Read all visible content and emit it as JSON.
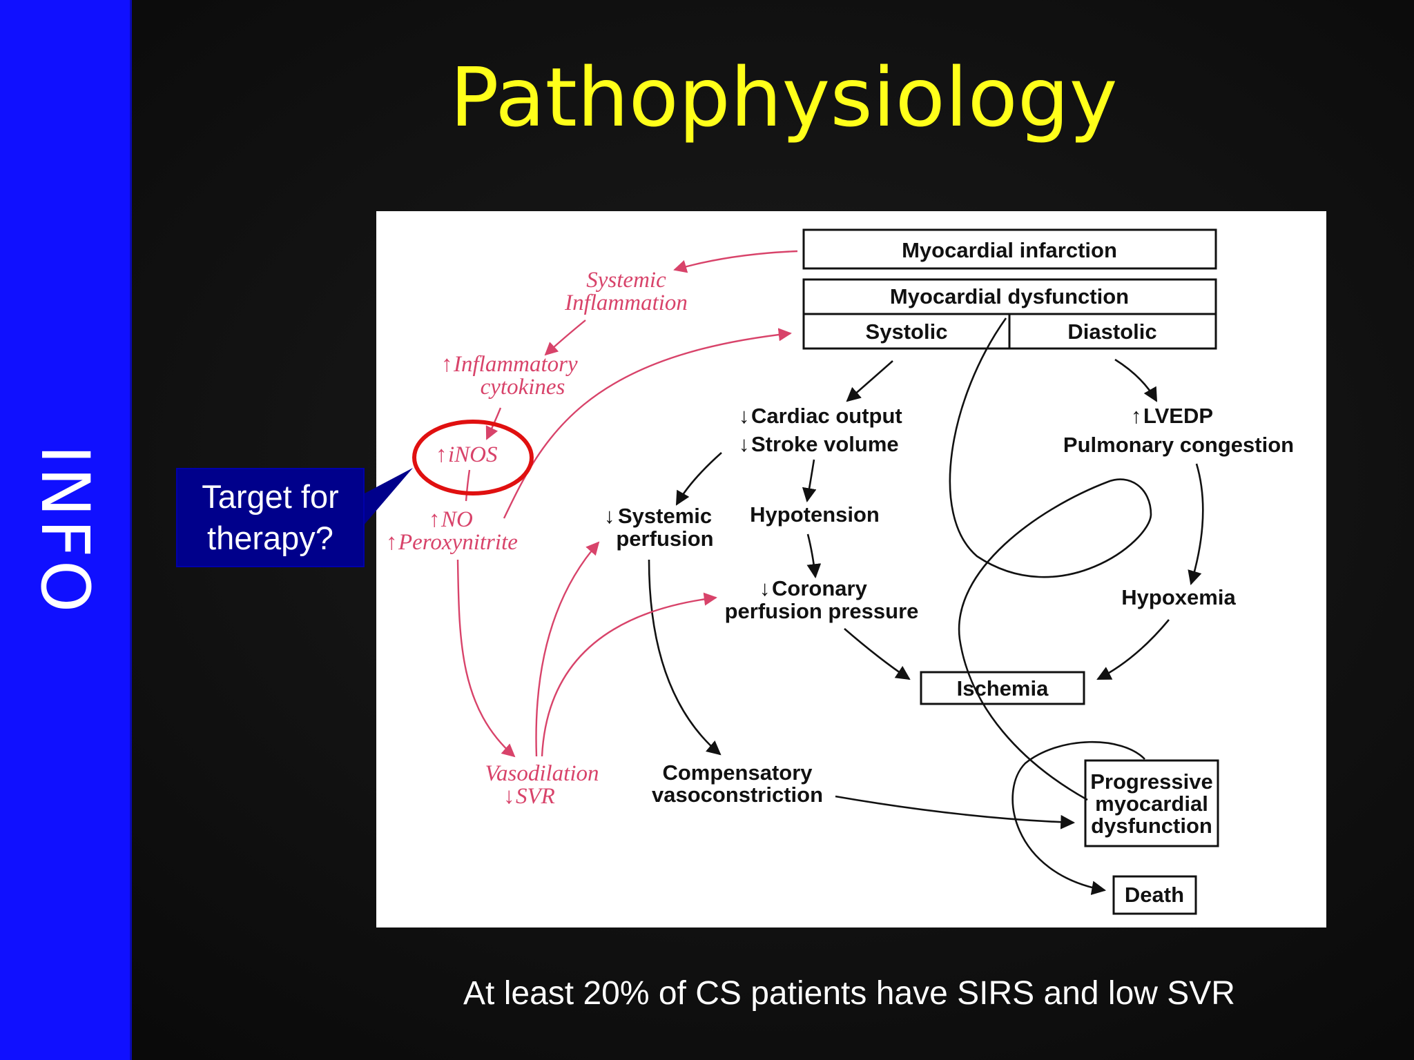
{
  "sidebar": {
    "label": "INFO"
  },
  "title": "Pathophysiology",
  "diagram": {
    "boxes": {
      "myocardial_infarction": "Myocardial infarction",
      "myocardial_dysfunction": "Myocardial dysfunction",
      "systolic": "Systolic",
      "diastolic": "Diastolic",
      "ischemia": "Ischemia",
      "progressive_1": "Progressive",
      "progressive_2": "myocardial",
      "progressive_3": "dysfunction",
      "death": "Death"
    },
    "labels": {
      "cardiac_output": "Cardiac output",
      "stroke_volume": "Stroke volume",
      "lvedp": "LVEDP",
      "pulmonary_congestion": "Pulmonary congestion",
      "systemic_perfusion_1": "Systemic",
      "systemic_perfusion_2": "perfusion",
      "hypotension": "Hypotension",
      "coronary_1": "Coronary",
      "coronary_2": "perfusion pressure",
      "hypoxemia": "Hypoxemia",
      "compensatory_1": "Compensatory",
      "compensatory_2": "vasoconstriction"
    },
    "inflammation": {
      "systemic_1": "Systemic",
      "systemic_2": "Inflammation",
      "cytokines_1": "Inflammatory",
      "cytokines_2": "cytokines",
      "inos": "iNOS",
      "no": "NO",
      "peroxynitrite": "Peroxynitrite",
      "vasodilation": "Vasodilation",
      "svr": "SVR"
    }
  },
  "callout": {
    "line1": "Target for",
    "line2": "therapy?"
  },
  "footer": "At least 20% of CS patients have SIRS and low SVR",
  "colors": {
    "sidebar": "#1010ff",
    "title": "#ffff1a",
    "callout": "#00008b",
    "inflammation": "#d8436a",
    "highlight_ring": "#e01010"
  }
}
